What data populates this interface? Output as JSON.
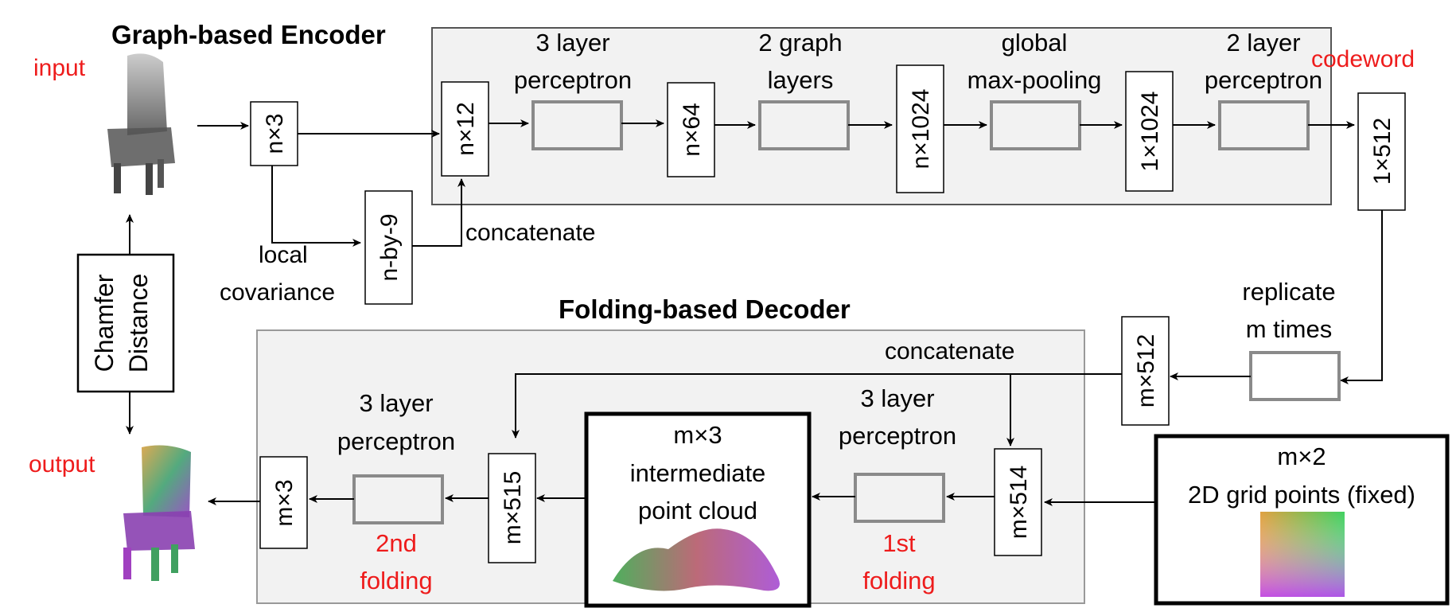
{
  "encoder": {
    "title": "Graph-based Encoder",
    "input_label": "input",
    "codeword_label": "codeword",
    "n3": "n×3",
    "nby9": "n-by-9",
    "n12": "n×12",
    "n64": "n×64",
    "n1024": "n×1024",
    "one1024": "1×1024",
    "one512": "1×512",
    "local_cov_1": "local",
    "local_cov_2": "covariance",
    "concat": "concatenate",
    "mlp3_1": "3 layer",
    "mlp3_2": "perceptron",
    "graph_1": "2 graph",
    "graph_2": "layers",
    "pool_1": "global",
    "pool_2": "max-pooling",
    "mlp2_1": "2 layer",
    "mlp2_2": "perceptron"
  },
  "chamfer": {
    "line1": "Chamfer",
    "line2": "Distance"
  },
  "decoder": {
    "title": "Folding-based Decoder",
    "output_label": "output",
    "replicate_1": "replicate",
    "replicate_2": "m times",
    "m512": "m×512",
    "concat": "concatenate",
    "m514": "m×514",
    "m515": "m×515",
    "m3": "m×3",
    "grid_1": "m×2",
    "grid_2": "2D grid points (fixed)",
    "inter_1": "m×3",
    "inter_2": "intermediate",
    "inter_3": "point cloud",
    "mlp_a1": "3 layer",
    "mlp_a2": "perceptron",
    "mlp_b1": "3 layer",
    "mlp_b2": "perceptron",
    "fold1_1": "1st",
    "fold1_2": "folding",
    "fold2_1": "2nd",
    "fold2_2": "folding"
  },
  "colors": {
    "red_label": "#ee1c1c",
    "panel_bg": "#f2f2f2",
    "panel_border": "#555555",
    "block_border": "#8a8a8a"
  }
}
